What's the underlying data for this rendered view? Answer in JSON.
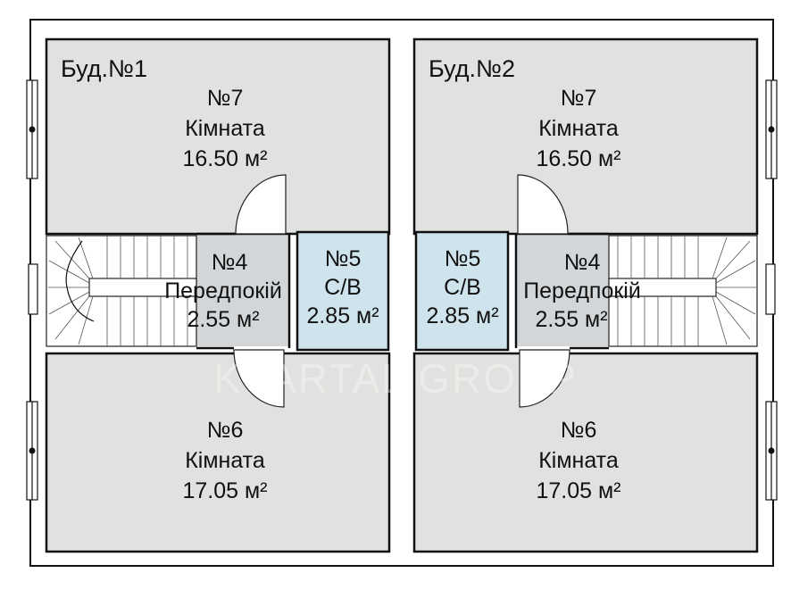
{
  "watermark": "KVARTAL GROUP",
  "buildings": [
    {
      "title": "Буд.№1",
      "rooms": {
        "r7": {
          "num": "№7",
          "name": "Кімната",
          "area": "16.50 м²"
        },
        "r4": {
          "num": "№4",
          "name": "Передпокій",
          "area": "2.55 м²"
        },
        "r5": {
          "num": "№5",
          "name": "С/В",
          "area": "2.85 м²"
        },
        "r6": {
          "num": "№6",
          "name": "Кімната",
          "area": "17.05 м²"
        }
      }
    },
    {
      "title": "Буд.№2",
      "rooms": {
        "r7": {
          "num": "№7",
          "name": "Кімната",
          "area": "16.50 м²"
        },
        "r4": {
          "num": "№4",
          "name": "Передпокій",
          "area": "2.55 м²"
        },
        "r5": {
          "num": "№5",
          "name": "С/В",
          "area": "2.85 м²"
        },
        "r6": {
          "num": "№6",
          "name": "Кімната",
          "area": "17.05 м²"
        }
      }
    }
  ]
}
